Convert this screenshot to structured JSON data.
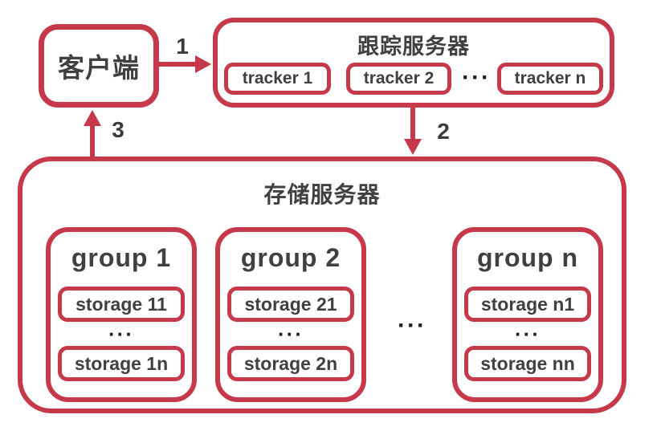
{
  "colors": {
    "accent": "#C5394B",
    "text": "#404040",
    "dots": "#1f1f1f"
  },
  "client": {
    "label": "客户端"
  },
  "tracker_panel": {
    "title": "跟踪服务器",
    "nodes": [
      "tracker 1",
      "tracker 2",
      "tracker n"
    ],
    "ellipsis": "···"
  },
  "storage_panel": {
    "title": "存储服务器",
    "ellipsis": "···",
    "groups": [
      {
        "title": "group 1",
        "nodes": [
          "storage 11",
          "storage 1n"
        ],
        "ellipsis": "···"
      },
      {
        "title": "group 2",
        "nodes": [
          "storage 21",
          "storage 2n"
        ],
        "ellipsis": "···"
      },
      {
        "title": "group n",
        "nodes": [
          "storage n1",
          "storage nn"
        ],
        "ellipsis": "···"
      }
    ]
  },
  "arrows": {
    "step1": "1",
    "step2": "2",
    "step3": "3"
  }
}
